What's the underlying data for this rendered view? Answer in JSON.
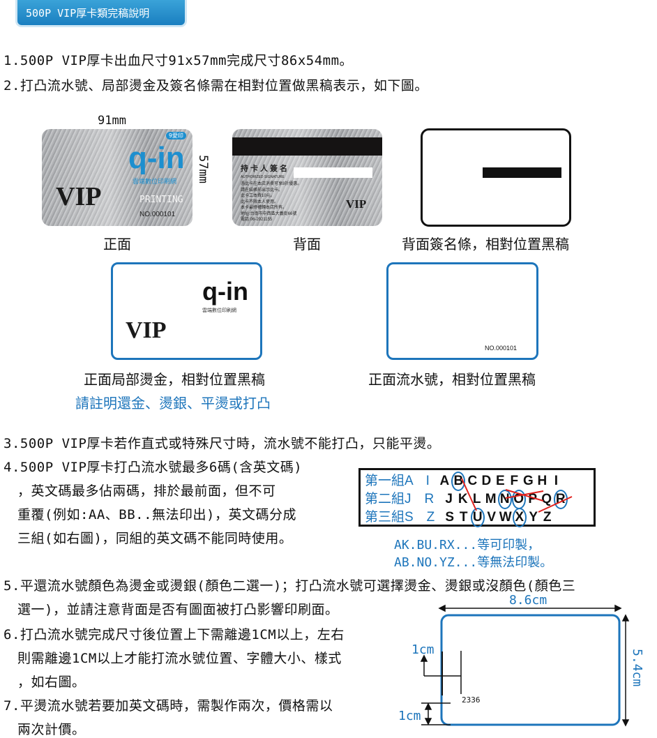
{
  "header": {
    "title": "500P VIP厚卡類完稿說明"
  },
  "items": {
    "i1": "1.500P VIP厚卡出血尺寸91x57mm完成尺寸86x54mm。",
    "i2": "2.打凸流水號、局部燙金及簽名條需在相對位置做黑稿表示，如下圖。",
    "i3": "3.500P VIP厚卡若作直式或特殊尺寸時，流水號不能打凸，只能平燙。",
    "i4a": "4.500P VIP厚卡打凸流水號最多6碼(含英文碼)",
    "i4b": "，英文碼最多佔兩碼，排於最前面，但不可",
    "i4c": "重覆(例如:AA、BB..無法印出)，英文碼分成",
    "i4d": "三組(如右圖)，同組的英文碼不能同時使用。",
    "i5a": "5.平還流水號顏色為燙金或燙銀(顏色二選一)；打凸流水號可選擇燙金、燙銀或沒顏色(顏色三",
    "i5b": "選一)，並請注意背面是否有圖面被打凸影響印刷面。",
    "i6a": "6.打凸流水號完成尺寸後位置上下需離邊1CM以上，左右",
    "i6b": "則需離邊1CM以上才能打流水號位置、字體大小、樣式",
    "i6c": "，如右圖。",
    "i7a": "7.平燙流水號若要加英文碼時，需製作兩次，價格需以",
    "i7b": "兩次計價。"
  },
  "cards": {
    "width_label": "91mm",
    "height_label": "57mm",
    "vip": "VIP",
    "printing": "PRINTING",
    "serial": "NO.000101",
    "logo_badge": "9愛印",
    "logo": "q-in",
    "logo_sub": "雲端數位印刷網",
    "sig_title": "持卡人簽名",
    "sig_sub": "AUTHORIZED SIGNATURE",
    "back_lines": [
      "憑此卡在本店消費可享8折優惠。",
      "請在結帳前出示此卡。",
      "此卡工本費10元。",
      "此卡不限本人使用。",
      "本卡最終權歸本店所有。",
      "地址:台南市中西區大義街66號",
      "電話:06-2921155"
    ],
    "cap_front": "正面",
    "cap_back": "背面",
    "cap_sig": "背面簽名條，相對位置黑稿",
    "cap_foil": "正面局部燙金，相對位置黑稿",
    "cap_foil_note": "請註明還金、燙銀、平燙或打凸",
    "cap_serial": "正面流水號，相對位置黑稿"
  },
  "groups": {
    "rows": [
      {
        "label": "第一組A　I",
        "letters": [
          "A",
          "B",
          "C",
          "D",
          "E",
          "F",
          "G",
          "H",
          "I"
        ]
      },
      {
        "label": "第二組J　R",
        "letters": [
          "J",
          "K",
          "L",
          "M",
          "N",
          "O",
          "P",
          "Q",
          "R"
        ]
      },
      {
        "label": "第三組S　Z",
        "letters": [
          "S",
          "T",
          "U",
          "V",
          "W",
          "X",
          "Y",
          "Z"
        ]
      }
    ],
    "ok": "AK.BU.RX...等可印製，",
    "ng": "AB.NO.YZ...等無法印製。"
  },
  "diagram": {
    "width": "8.6cm",
    "height": "5.4cm",
    "margin_top": "1cm",
    "margin_bottom": "1cm",
    "sample": "2336"
  }
}
